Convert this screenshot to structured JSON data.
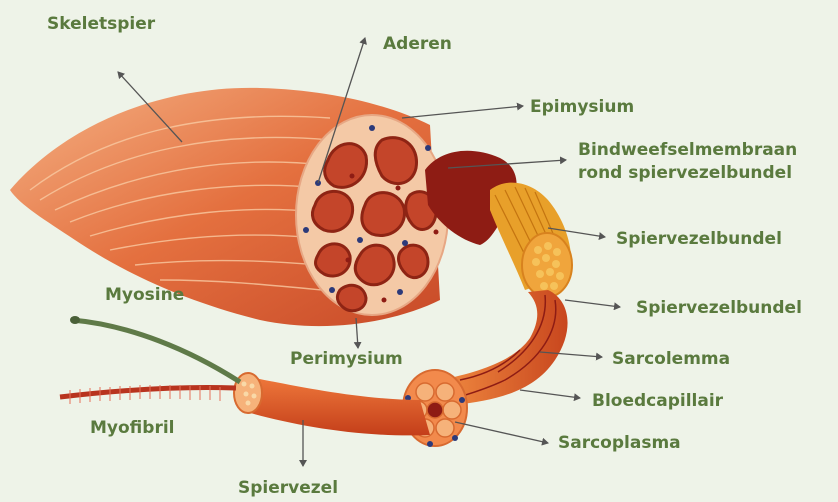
{
  "labels": {
    "skeletspier": "Skeletspier",
    "aderen": "Aderen",
    "epimysium": "Epimysium",
    "bindweefsel_line1": "Bindweefselmembraan",
    "bindweefsel_line2": "rond spiervezelbundel",
    "spiervezelbundel_1": "Spiervezelbundel",
    "spiervezelbundel_2": "Spiervezelbundel",
    "myosine": "Myosine",
    "perimysium": "Perimysium",
    "sarcolemma": "Sarcolemma",
    "bloedcapillair": "Bloedcapillair",
    "myofibril": "Myofibril",
    "sarcoplasma": "Sarcoplasma",
    "spiervezel": "Spiervezel"
  },
  "colors": {
    "background": "#eef3e8",
    "label_text": "#5a7a3e",
    "leader_line": "#555555",
    "muscle_light": "#f0a070",
    "muscle_mid": "#e0603a",
    "muscle_dark": "#b8331e",
    "epimysium": "#f6c8a0",
    "connective": "#8e1c14",
    "fascicle_yellow": "#e8a02a",
    "myosin_green": "#5f7a48",
    "vessel_blue": "#2c3a7a"
  }
}
